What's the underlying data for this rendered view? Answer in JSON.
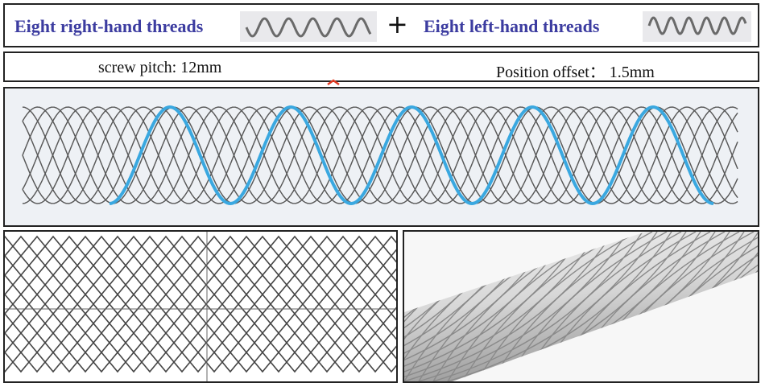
{
  "header": {
    "right_label": "Eight right-hand threads",
    "plus": "+",
    "left_label": "Eight left-hand threads",
    "icons": {
      "right": "right-hand-coil-icon",
      "left": "left-hand-coil-icon"
    }
  },
  "params": {
    "pitch": "screw pitch: 12mm",
    "offset": "Position offset： 1.5mm"
  },
  "colors": {
    "label_blue": "#3c3ca0",
    "wire": "#555555",
    "highlight_helix": "#3aa8e0",
    "marker": "#e23a22"
  }
}
